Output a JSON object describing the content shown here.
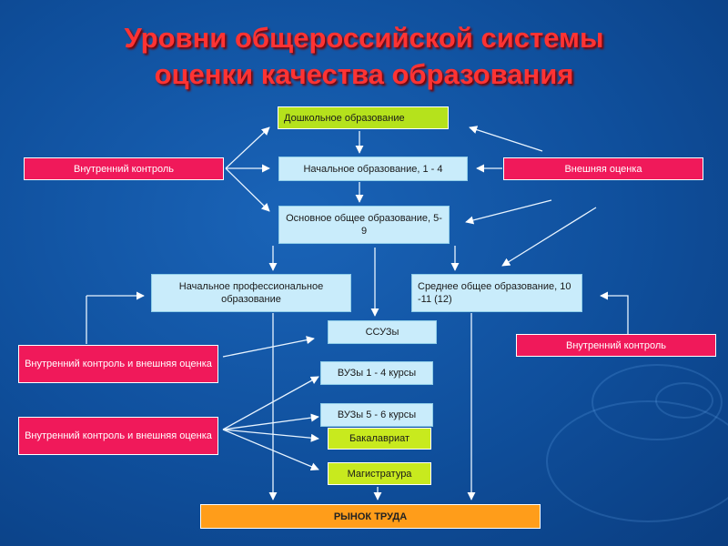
{
  "title": {
    "line1": "Уровни общероссийской системы",
    "line2": "оценки качества образования"
  },
  "nodes": {
    "preschool": "Дошкольное образование",
    "primary": "Начальное образование, 1 - 4",
    "basic": "Основное общее образование, 5-9",
    "vocational": "Начальное профессиональное образование",
    "secondary": "Среднее общее образование, 10 -11 (12)",
    "ssuz": "ССУЗы",
    "vuz14": "ВУЗы 1 - 4 курсы",
    "vuz56": "ВУЗы 5 - 6 курсы",
    "bachelor": "Бакалавриат",
    "master": "Магистратура",
    "labor_market": "РЫНОК ТРУДА"
  },
  "controls": {
    "internal_top": "Внутренний контроль",
    "external": "Внешняя оценка",
    "internal_right": "Внутренний контроль",
    "internal_external_1": "Внутренний контроль и внешняя оценка",
    "internal_external_2": "Внутренний контроль и внешняя оценка"
  },
  "colors": {
    "title": "#ff3333",
    "level_box": "#c9ecfb",
    "control_box": "#f0195a",
    "preschool_box": "#b5e21c",
    "labor_market_box": "#ff9d1a"
  }
}
